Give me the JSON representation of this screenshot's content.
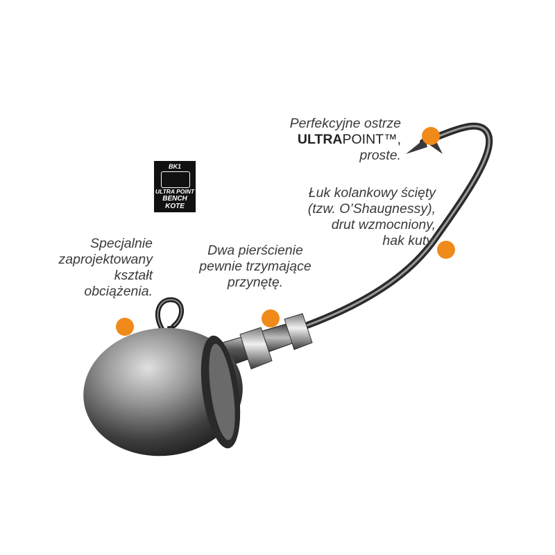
{
  "logo": {
    "code": "BK1",
    "line1": "ULTRA POINT",
    "line2": "BENCH",
    "line3": "KOTE"
  },
  "callouts": {
    "point": {
      "line1": "Perfekcyjne ostrze",
      "brand_bold": "ULTRA",
      "brand_thin": "POINT™,",
      "line3": "proste."
    },
    "bend": {
      "lines": [
        "Łuk kolankowy ścięty",
        "(tzw. O’Shaugnessy),",
        "drut wzmocniony,",
        "hak kuty."
      ]
    },
    "rings": {
      "lines": [
        "Dwa pierścienie",
        "pewnie trzymające",
        "przynętę."
      ]
    },
    "head": {
      "lines": [
        "Specjalnie",
        "zaprojektowany",
        "kształt",
        "obciążenia."
      ]
    }
  },
  "colors": {
    "marker": "#f08a1a",
    "text": "#3a3a3a",
    "metal": "#4a4a4a"
  }
}
